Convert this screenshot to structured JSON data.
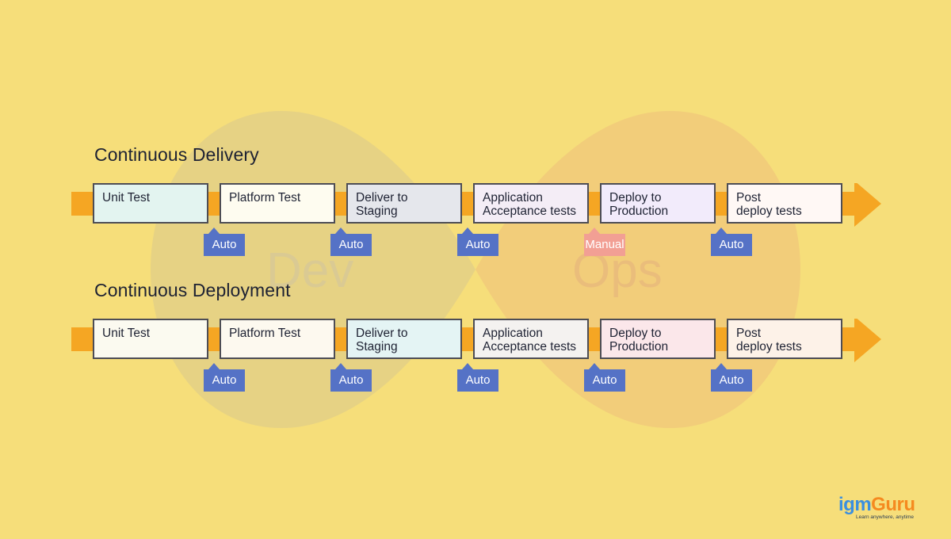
{
  "background": {
    "watermark_left": "Dev",
    "watermark_right": "Ops"
  },
  "pipelines": [
    {
      "title": "Continuous Delivery",
      "stages": [
        {
          "label": "Unit Test",
          "tint": "#e3f4f0"
        },
        {
          "label": "Platform Test",
          "tint": "#fefcf0"
        },
        {
          "label": "Deliver to\nStaging",
          "tint": "#e5e7ec"
        },
        {
          "label": "Application\nAcceptance tests",
          "tint": "#f4edf6"
        },
        {
          "label": "Deploy to\nProduction",
          "tint": "#f2ebfb"
        },
        {
          "label": "Post\ndeploy tests",
          "tint": "#fff8f5"
        }
      ],
      "gates": [
        {
          "label": "Auto",
          "kind": "auto"
        },
        {
          "label": "Auto",
          "kind": "auto"
        },
        {
          "label": "Auto",
          "kind": "auto"
        },
        {
          "label": "Manual",
          "kind": "manual"
        },
        {
          "label": "Auto",
          "kind": "auto"
        }
      ]
    },
    {
      "title": "Continuous Deployment",
      "stages": [
        {
          "label": "Unit Test",
          "tint": "#fbfaf0"
        },
        {
          "label": "Platform Test",
          "tint": "#fdf9ef"
        },
        {
          "label": "Deliver to\nStaging",
          "tint": "#e4f4f4"
        },
        {
          "label": "Application\nAcceptance tests",
          "tint": "#f4f2f0"
        },
        {
          "label": "Deploy to\nProduction",
          "tint": "#fbe7ea"
        },
        {
          "label": "Post\ndeploy tests",
          "tint": "#fdf2e8"
        }
      ],
      "gates": [
        {
          "label": "Auto",
          "kind": "auto"
        },
        {
          "label": "Auto",
          "kind": "auto"
        },
        {
          "label": "Auto",
          "kind": "auto"
        },
        {
          "label": "Auto",
          "kind": "auto"
        },
        {
          "label": "Auto",
          "kind": "auto"
        }
      ]
    }
  ],
  "logo": {
    "brand_prefix": "igm",
    "brand_suffix": "Guru",
    "tagline": "Learn anywhere, anytime"
  },
  "colors": {
    "page_background": "#f6de7a",
    "arrow": "#f5a623",
    "auto_badge": "#5572c6",
    "manual_badge": "#f29f94",
    "stage_border": "#4d4d55"
  }
}
